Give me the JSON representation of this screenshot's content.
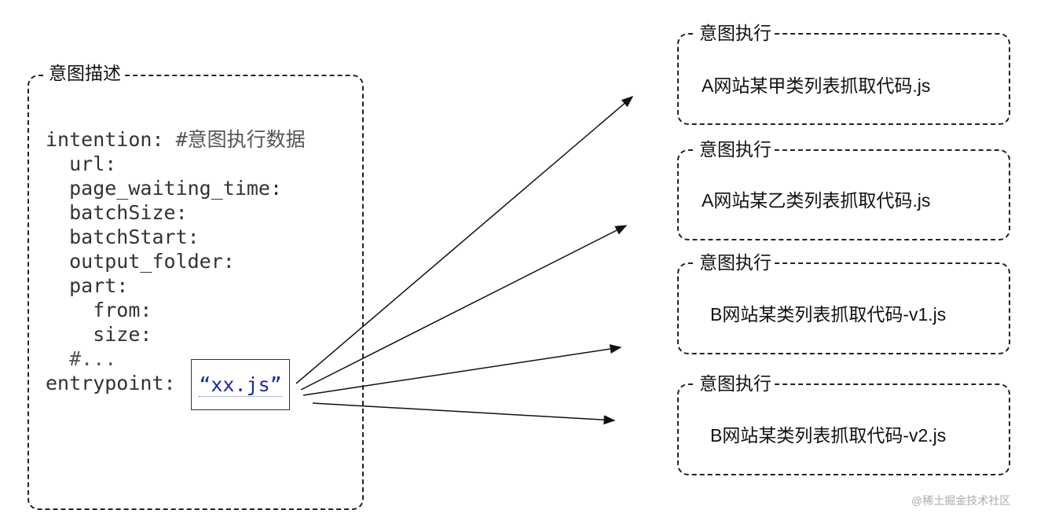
{
  "intent_description": {
    "title": "意图描述",
    "code_lines": [
      {
        "text": "intention: ",
        "comment": "#意图执行数据"
      },
      {
        "text": "  url:"
      },
      {
        "text": "  page_waiting_time:"
      },
      {
        "text": "  batchSize:"
      },
      {
        "text": "  batchStart:"
      },
      {
        "text": "  output_folder:"
      },
      {
        "text": "  part:"
      },
      {
        "text": "    from:"
      },
      {
        "text": "    size:"
      },
      {
        "text": "  ",
        "comment": "#..."
      },
      {
        "text": "entrypoint:"
      }
    ],
    "entrypoint_value": "“xx.js”"
  },
  "executions": [
    {
      "title": "意图执行",
      "file": "A网站某甲类列表抓取代码.js"
    },
    {
      "title": "意图执行",
      "file": "A网站某乙类列表抓取代码.js"
    },
    {
      "title": "意图执行",
      "file": "B网站某类列表抓取代码-v1.js"
    },
    {
      "title": "意图执行",
      "file": "B网站某类列表抓取代码-v2.js"
    }
  ],
  "watermark": "@稀土掘金技术社区"
}
